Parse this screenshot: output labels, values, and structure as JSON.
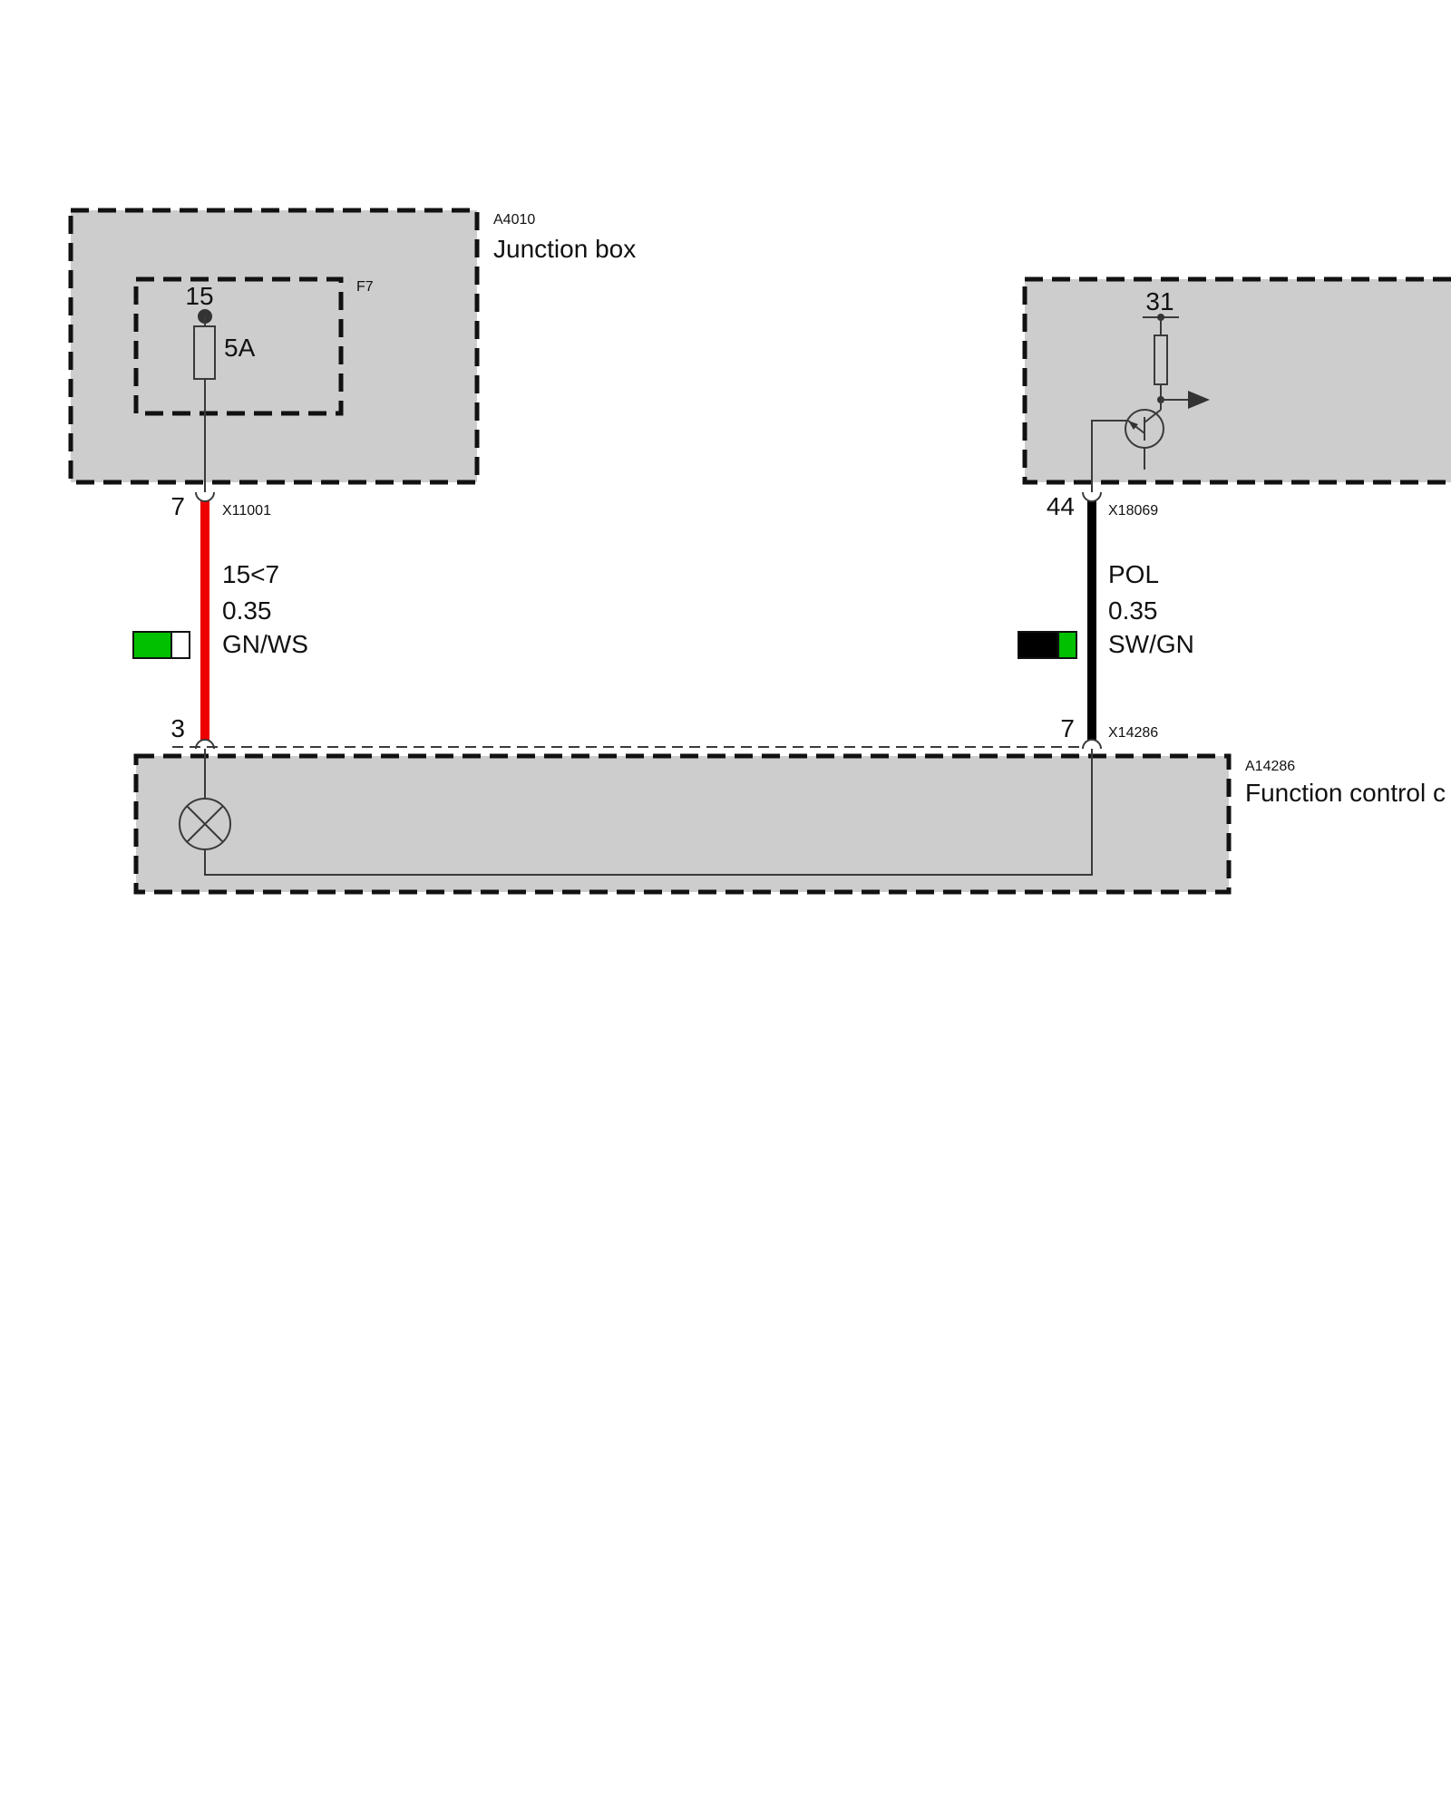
{
  "modules": {
    "junction_box": {
      "code": "A4010",
      "name": "Junction box"
    },
    "fuse": {
      "code": "F7",
      "terminal": "15",
      "rating": "5A"
    },
    "right_module": {
      "terminal": "31"
    },
    "function_control": {
      "code": "A14286",
      "name": "Function control c"
    }
  },
  "connectors": {
    "x11001": {
      "id": "X11001",
      "pin": "7"
    },
    "x18069": {
      "id": "X18069",
      "pin": "44"
    },
    "x14286_left": {
      "pin": "3"
    },
    "x14286_right": {
      "id": "X14286",
      "pin": "7"
    }
  },
  "wires": [
    {
      "signal": "15<7",
      "gauge": "0.35",
      "color_code": "GN/WS",
      "wire_color": "#ee0000",
      "swatch": [
        "#00c000",
        "#ffffff"
      ]
    },
    {
      "signal": "POL",
      "gauge": "0.35",
      "color_code": "SW/GN",
      "wire_color": "#000000",
      "swatch": [
        "#000000",
        "#00c000"
      ]
    }
  ]
}
